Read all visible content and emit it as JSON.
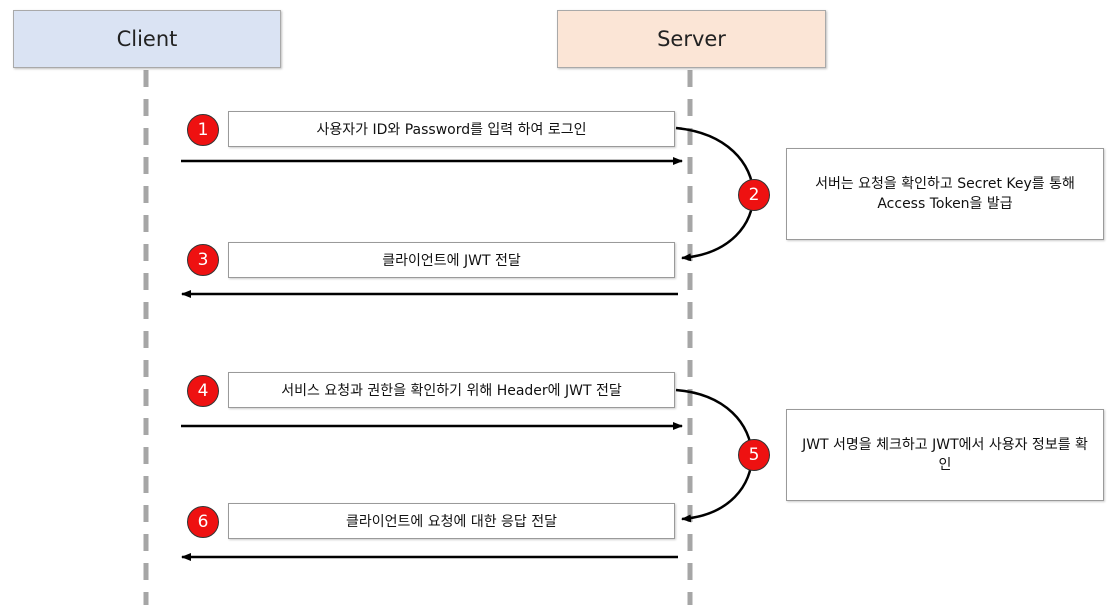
{
  "actors": {
    "client": "Client",
    "server": "Server"
  },
  "steps": [
    {
      "num": "1",
      "text": "사용자가 ID와 Password를 입력 하여 로그인"
    },
    {
      "num": "2",
      "text": "서버는 요청을 확인하고 Secret Key를 통해 Access Token을 발급"
    },
    {
      "num": "3",
      "text": "클라이언트에 JWT 전달"
    },
    {
      "num": "4",
      "text": "서비스 요청과 권한을 확인하기 위해 Header에 JWT 전달"
    },
    {
      "num": "5",
      "text": "JWT 서명을 체크하고 JWT에서 사용자 정보를 확인"
    },
    {
      "num": "6",
      "text": "클라이언트에 요청에 대한 응답 전달"
    }
  ],
  "colors": {
    "client_header": "#dae3f3",
    "server_header": "#fbe5d6",
    "step_badge": "#ee1111",
    "lifeline": "#a6a6a6"
  }
}
